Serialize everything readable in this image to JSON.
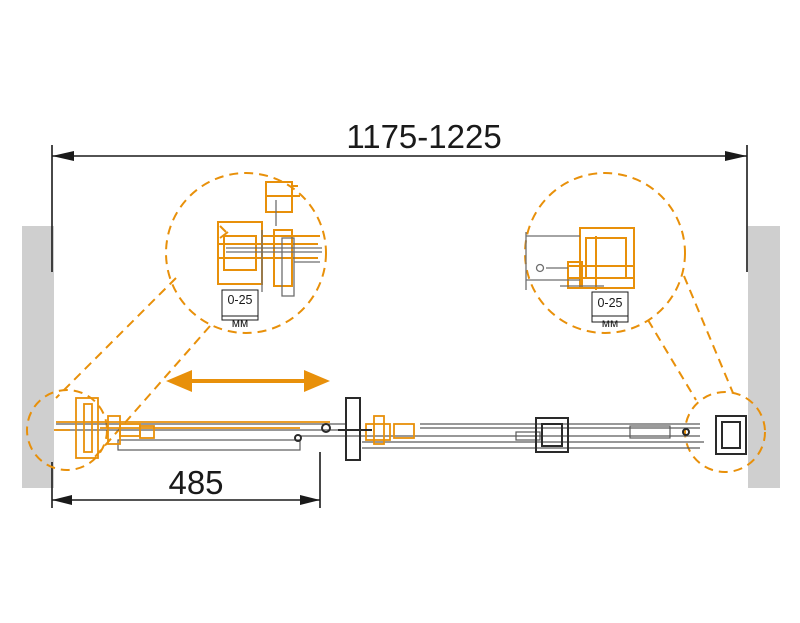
{
  "dimensions": {
    "total_width": "1175-1225",
    "opening_width": "485"
  },
  "details": {
    "left": {
      "gap_range": "0-25",
      "unit": "мм"
    },
    "right": {
      "gap_range": "0-25",
      "unit": "мм"
    }
  },
  "colors": {
    "accent": "#E8900A",
    "line": "#1a1a1a",
    "wall": "#cfcfcf",
    "hardware": "#2a2a2a"
  }
}
